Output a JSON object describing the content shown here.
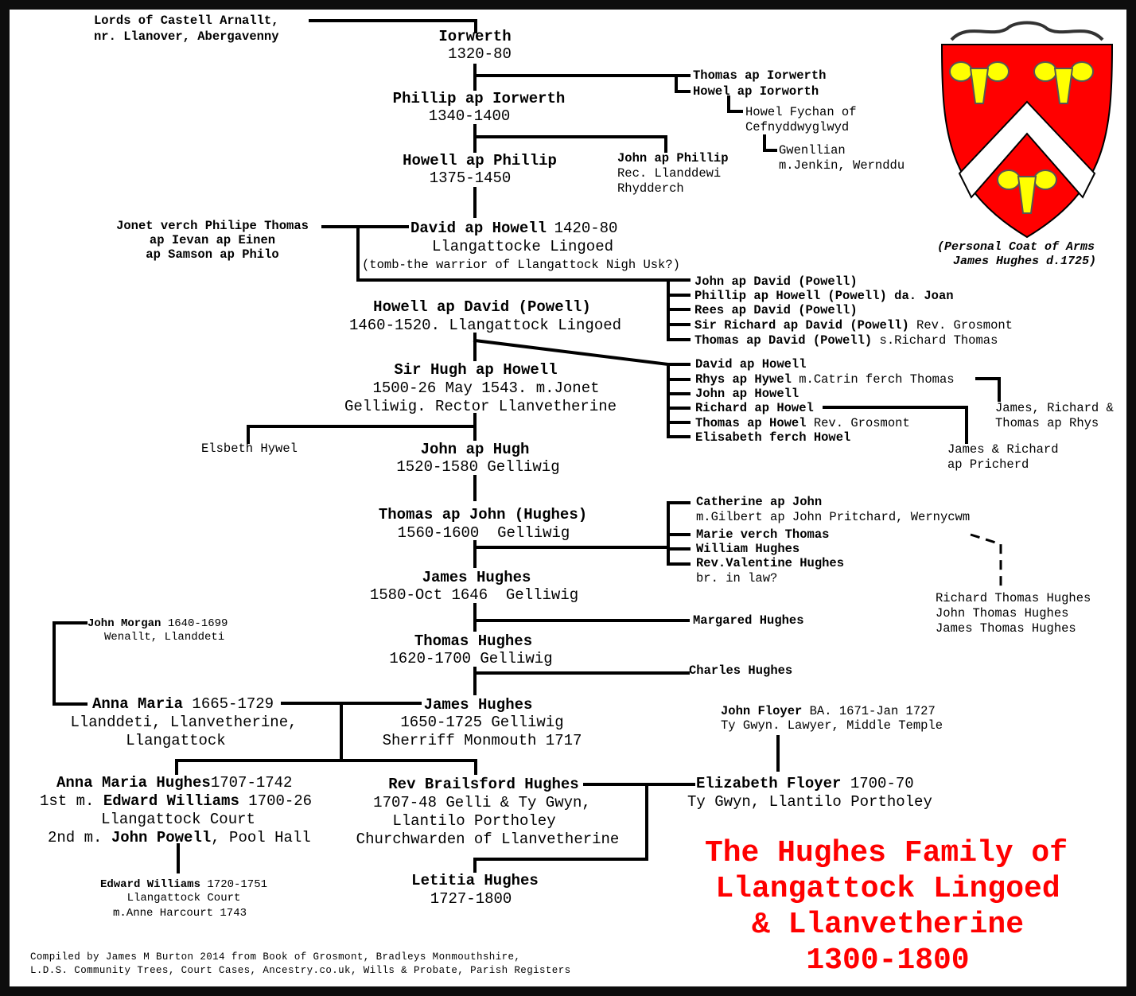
{
  "title": [
    "The Hughes Family of",
    "Llangattock Lingoed",
    "& Llanvetherine",
    "1300-1800"
  ],
  "colors": {
    "title": "#ff0000",
    "shield_field": "#ff0000",
    "chevron": "#ffffff",
    "rams": "#ffff00",
    "lines": "#000000"
  },
  "footer": [
    "Compiled by James M Burton 2014 from Book of Grosmont, Bradleys Monmouthshire,",
    "L.D.S. Community Trees, Court Cases, Ancestry.co.uk, Wills & Probate, Parish Registers"
  ],
  "coat_of_arms": {
    "caption": [
      "(Personal Coat of Arms",
      "James Hughes d.1725)"
    ],
    "icon": "shield-rams-chevron"
  },
  "people": {
    "lords": [
      "Lords of Castell Arnallt,",
      "nr. Llanover, Abergavenny"
    ],
    "iorwerth": {
      "name": "Iorwerth",
      "dates": "1320-80"
    },
    "phillip": {
      "name": "Phillip ap Iorwerth",
      "dates": "1340-1400"
    },
    "iorwerth_children": [
      "Thomas ap Iorwerth",
      "Howel ap Iorworth"
    ],
    "howel_fychan": [
      "Howel Fychan of",
      "Cefnyddwyglwyd"
    ],
    "gwenllian": [
      "Gwenllian",
      "m.Jenkin, Wernddu"
    ],
    "howell_ap_phillip": {
      "name": "Howell ap Phillip",
      "dates": "1375-1450"
    },
    "john_ap_phillip": {
      "name": "John ap Phillip",
      "lines": [
        "Rec. Llanddewi",
        "Rhydderch"
      ]
    },
    "jonet": [
      "Jonet verch Philipe Thomas",
      "ap Ievan ap Einen",
      "ap Samson ap Philo"
    ],
    "david": {
      "name": "David ap Howell",
      "dates": "1420-80",
      "place": "Llangattocke Lingoed",
      "note": "(tomb-the warrior of Llangattock Nigh Usk?)"
    },
    "david_children": [
      {
        "name": "John ap David (Powell)",
        "note": ""
      },
      {
        "name": "Phillip ap Howell (Powell) da. Joan",
        "note": ""
      },
      {
        "name": "Rees ap David (Powell)",
        "note": ""
      },
      {
        "name": "Sir Richard ap David (Powell)",
        "note": " Rev. Grosmont"
      },
      {
        "name": "Thomas ap David (Powell)",
        "note": " s.Richard Thomas"
      }
    ],
    "howell_ap_david": {
      "name": "Howell ap David (Powell)",
      "dates": "1460-1520. Llangattock Lingoed"
    },
    "howell_children": [
      {
        "name": "David ap Howell",
        "note": ""
      },
      {
        "name": "Rhys ap Hywel",
        "note": " m.Catrin ferch Thomas"
      },
      {
        "name": "John ap Howell",
        "note": ""
      },
      {
        "name": "Richard ap Howel",
        "note": ""
      },
      {
        "name": "Thomas ap Howel",
        "note": " Rev. Grosmont"
      },
      {
        "name": "Elisabeth ferch Howel",
        "note": ""
      }
    ],
    "rhys_children": [
      "James, Richard &",
      "Thomas ap Rhys"
    ],
    "richard_children": [
      "James & Richard",
      "ap Pricherd"
    ],
    "sir_hugh": {
      "name": "Sir Hugh ap Howell",
      "lines": [
        "1500-26 May 1543. m.Jonet",
        "Gelliwig. Rector Llanvetherine"
      ]
    },
    "elsbeth": "Elsbeth Hywel",
    "john_ap_hugh": {
      "name": "John ap Hugh",
      "dates": "1520-1580 Gelliwig"
    },
    "thomas_ap_john": {
      "name": "Thomas ap John (Hughes)",
      "dates": "1560-1600  Gelliwig"
    },
    "thomas_children": {
      "catherine": "Catherine ap John",
      "catherine_note": "m.Gilbert ap John Pritchard, Wernycwm",
      "marie": "Marie verch Thomas",
      "william": "William Hughes",
      "valentine": "Rev.Valentine Hughes",
      "valentine_note": "br. in law?"
    },
    "william_children": [
      "Richard Thomas Hughes",
      "John Thomas Hughes",
      "James Thomas Hughes"
    ],
    "james_1": {
      "name": "James Hughes",
      "dates": "1580-Oct 1646  Gelliwig"
    },
    "margared": "Margared Hughes",
    "john_morgan": {
      "name": "John Morgan",
      "dates": " 1640-1699",
      "place": "Wenallt, Llanddeti"
    },
    "thomas_hughes": {
      "name": "Thomas Hughes",
      "dates": "1620-1700 Gelliwig"
    },
    "charles": "Charles Hughes",
    "anna_maria": {
      "name": "Anna Maria",
      "dates": " 1665-1729",
      "lines": [
        "Llanddeti, Llanvetherine,",
        "Llangattock"
      ]
    },
    "james_2": {
      "name": "James Hughes",
      "lines": [
        "1650-1725 Gelliwig",
        "Sherriff Monmouth 1717"
      ]
    },
    "john_floyer": {
      "name": "John Floyer",
      "dates": " BA. 1671-Jan 1727",
      "place": "Ty Gwyn. Lawyer, Middle Temple"
    },
    "anna_maria_hughes": {
      "name": "Anna Maria Hughes",
      "dates": "1707-1742",
      "m1_prefix": "1st m. ",
      "m1_name": "Edward Williams",
      "m1_dates": " 1700-26",
      "m1_place": "Llangattock Court",
      "m2_prefix": "2nd m. ",
      "m2_name": "John Powell",
      "m2_place": ", Pool Hall"
    },
    "brailsford": {
      "name": "Rev Brailsford Hughes",
      "lines": [
        "1707-48 Gelli & Ty Gwyn,",
        "Llantilo Portholey",
        "Churchwarden of Llanvetherine"
      ]
    },
    "elizabeth_floyer": {
      "name": "Elizabeth Floyer",
      "dates": " 1700-70",
      "place": "Ty Gwyn, Llantilo Portholey"
    },
    "edward_williams": {
      "name": "Edward Williams",
      "dates": " 1720-1751",
      "lines": [
        "Llangattock Court",
        "m.Anne Harcourt 1743"
      ]
    },
    "letitia": {
      "name": "Letitia Hughes",
      "dates": "1727-1800"
    }
  }
}
